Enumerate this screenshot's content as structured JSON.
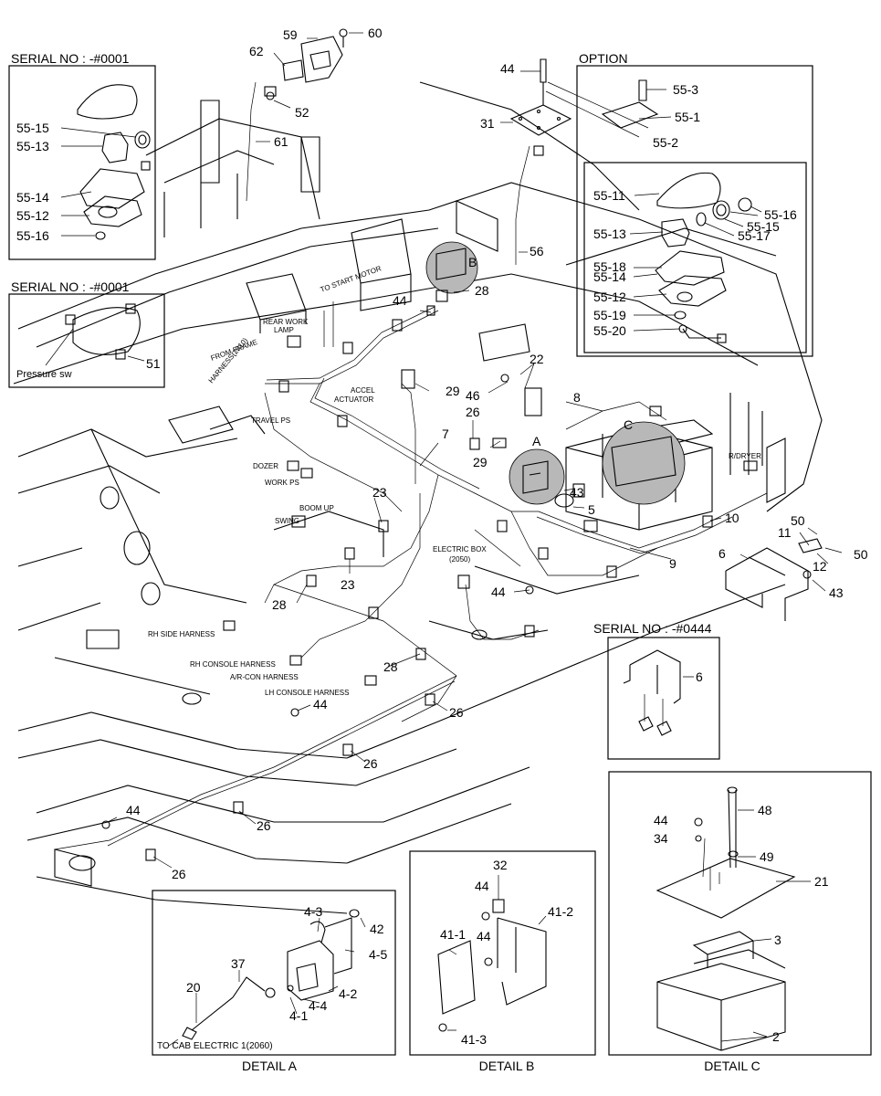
{
  "box_titles": {
    "serial_a": "SERIAL NO : -#0001",
    "serial_b": "SERIAL NO : -#0001",
    "option": "OPTION",
    "serial_c": "SERIAL NO : -#0444"
  },
  "detail_titles": {
    "a": "DETAIL A",
    "b": "DETAIL B",
    "c": "DETAIL C"
  },
  "callouts": {
    "A": "A",
    "B": "B",
    "C": "C",
    "p2": "2",
    "p3": "3",
    "p4_1": "4-1",
    "p4_2": "4-2",
    "p4_3": "4-3",
    "p4_4": "4-4",
    "p4_5": "4-5",
    "p5": "5",
    "p6": "6",
    "p6b": "6",
    "p7": "7",
    "p8": "8",
    "p9": "9",
    "p10": "10",
    "p11": "11",
    "p12": "12",
    "p20": "20",
    "p21": "21",
    "p22": "22",
    "p23a": "23",
    "p23b": "23",
    "p26a": "26",
    "p26b": "26",
    "p26c": "26",
    "p26d": "26",
    "p26e": "26",
    "p28a": "28",
    "p28b": "28",
    "p28c": "28",
    "p29a": "29",
    "p29b": "29",
    "p31": "31",
    "p32": "32",
    "p34": "34",
    "p37": "37",
    "p41_1": "41-1",
    "p41_2": "41-2",
    "p41_3": "41-3",
    "p42": "42",
    "p43a": "43",
    "p43b": "43",
    "p44a": "44",
    "p44b": "44",
    "p44c": "44",
    "p44d": "44",
    "p44e": "44",
    "p44f": "44",
    "p44g": "44",
    "p44h": "44",
    "p46": "46",
    "p48": "48",
    "p49": "49",
    "p50a": "50",
    "p50b": "50",
    "p51": "51",
    "p52": "52",
    "p55_1": "55-1",
    "p55_2": "55-2",
    "p55_3": "55-3",
    "p55_11": "55-11",
    "p55_12a": "55-12",
    "p55_12b": "55-12",
    "p55_13a": "55-13",
    "p55_13b": "55-13",
    "p55_14a": "55-14",
    "p55_14b": "55-14",
    "p55_15a": "55-15",
    "p55_15b": "55-15",
    "p55_16a": "55-16",
    "p55_16b": "55-16",
    "p55_17": "55-17",
    "p55_18": "55-18",
    "p55_19": "55-19",
    "p55_20": "55-20",
    "p56": "56",
    "p59": "59",
    "p60": "60",
    "p61": "61",
    "p62": "62"
  },
  "annotations": {
    "pressure_sw": "Pressure sw",
    "to_cab": "TO CAB ELECTRIC 1(2060)",
    "electric_box_1": "ELECTRIC BOX",
    "electric_box_2": "(2050)",
    "to_start_motor": "TO START MOTOR",
    "rear_work_1": "REAR WORK",
    "rear_work_2": "LAMP",
    "from_frame_1": "FROM FRAME",
    "from_frame_2": "HARNESS(2010)",
    "accel_1": "ACCEL",
    "accel_2": "ACTUATOR",
    "travel_ps": "TRAVEL PS",
    "dozer": "DOZER",
    "work_ps": "WORK PS",
    "boom_up": "BOOM UP",
    "swing": "SWING",
    "r_dryer": "R/DRYER",
    "rh_side": "RH SIDE HARNESS",
    "rh_console": "RH CONSOLE HARNESS",
    "aircon": "A/R-CON HARNESS",
    "lh_console": "LH CONSOLE HARNESS"
  }
}
